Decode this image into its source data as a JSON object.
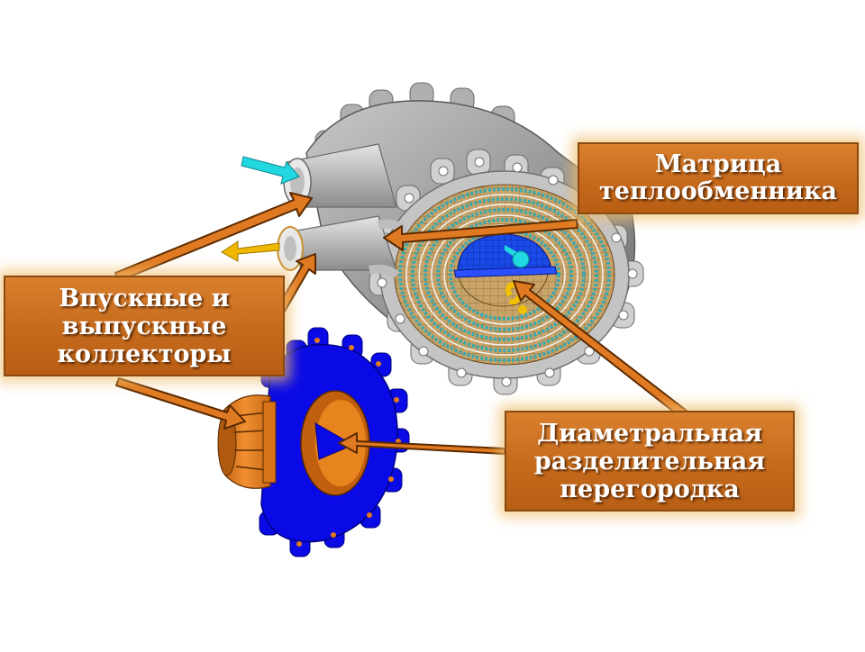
{
  "labels": {
    "matrix": [
      "Матрица",
      "теплообменника"
    ],
    "manifolds": [
      "Впускные и",
      "выпускные",
      "коллекторы"
    ],
    "partition": [
      "Диаметральная",
      "разделительная",
      "перегородка"
    ]
  },
  "colors": {
    "label_fill": "#c96f20",
    "label_border": "#8a4a12",
    "arrow_fill": "#e07a22",
    "arrow_stroke": "#5a2a00",
    "housing_gray": "#9a9a9a",
    "flange_blue": "#0a0ae6",
    "manifold_orange": "#e07a1a",
    "matrix_tan": "#c8a060",
    "matrix_teal": "#3aa8b0",
    "partition_blue": "#1a3ae0",
    "flow_cyan": "#22d8e0",
    "flow_yellow": "#f0c000"
  }
}
